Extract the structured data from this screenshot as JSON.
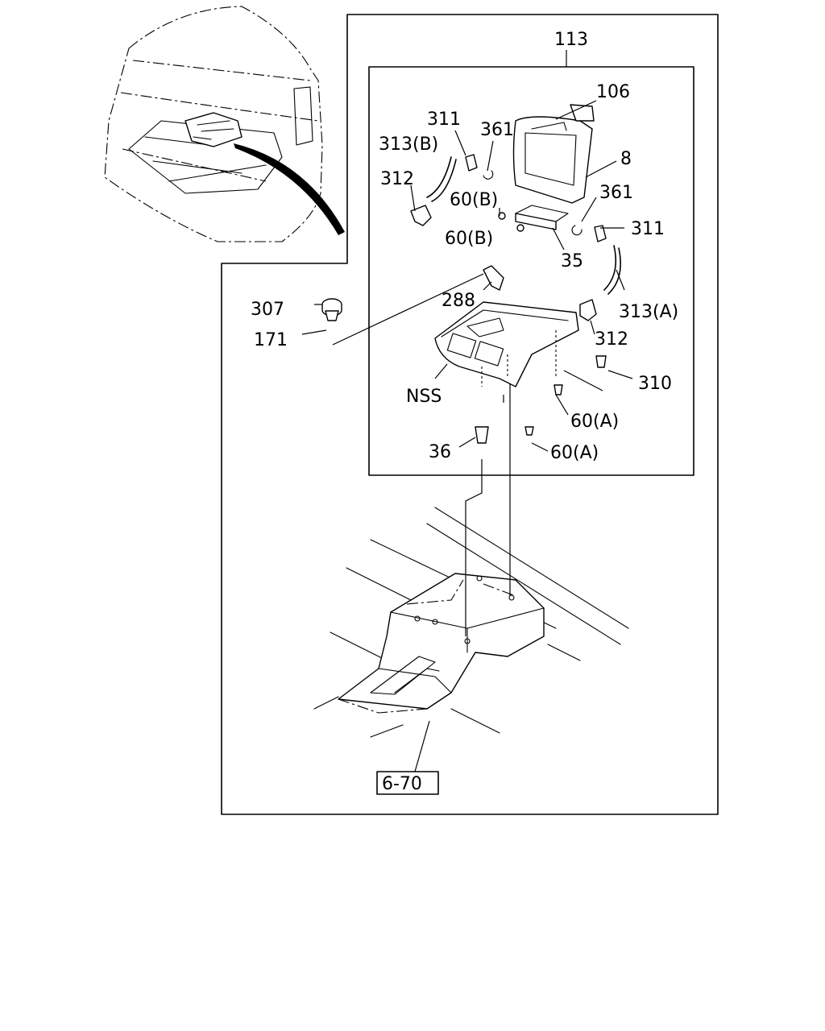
{
  "labels": {
    "l113": "113",
    "l106": "106",
    "l311a": "311",
    "l361a": "361",
    "l313b": "313(B)",
    "l8": "8",
    "l312a": "312",
    "l60b1": "60(B)",
    "l361b": "361",
    "l60b2": "60(B)",
    "l311b": "311",
    "l35": "35",
    "l307": "307",
    "l288": "288",
    "l313a": "313(A)",
    "l171": "171",
    "l312b": "312",
    "l310": "310",
    "lnss": "NSS",
    "l60a1": "60(A)",
    "l36": "36",
    "l60a2": "60(A)",
    "ref": "6-70"
  }
}
